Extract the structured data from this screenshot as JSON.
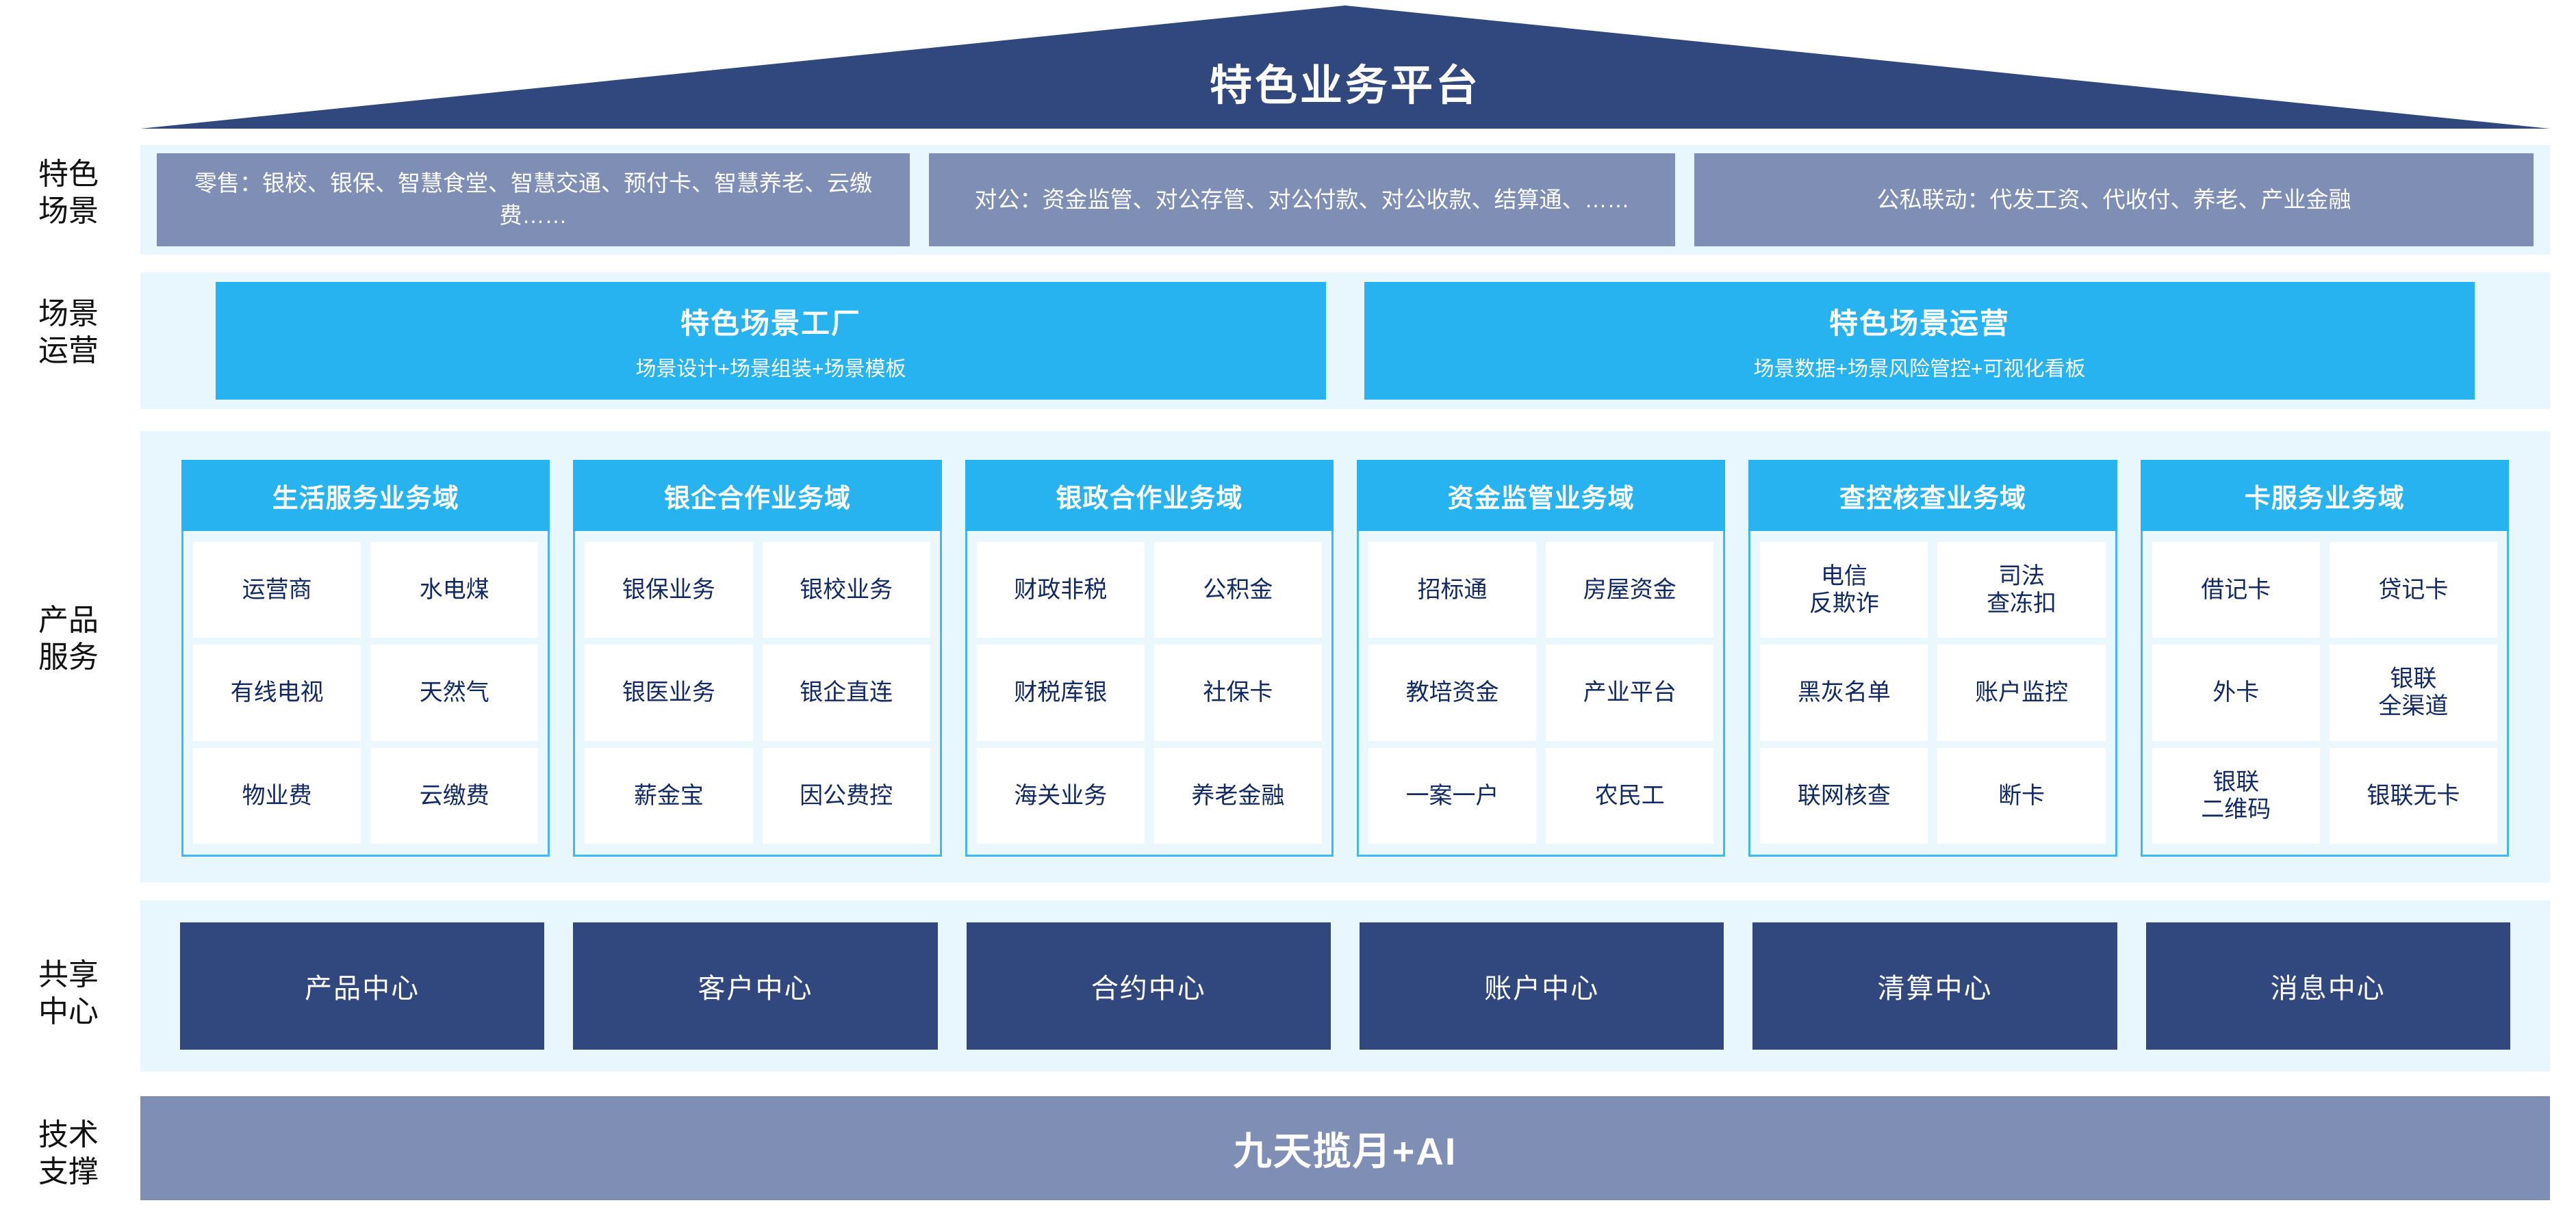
{
  "header": {
    "title": "特色业务平台"
  },
  "rows": {
    "scene": {
      "label": "特色\n场景"
    },
    "operation": {
      "label": "场景\n运营"
    },
    "product": {
      "label": "产品\n服务"
    },
    "share": {
      "label": "共享\n中心"
    },
    "tech": {
      "label": "技术\n支撑"
    }
  },
  "scene_boxes": [
    {
      "text": "零售：银校、银保、智慧食堂、智慧交通、预付卡、智慧养老、云缴费……"
    },
    {
      "text": "对公：资金监管、对公存管、对公付款、对公收款、结算通、……"
    },
    {
      "text": "公私联动：代发工资、代收付、养老、产业金融"
    }
  ],
  "operation_boxes": [
    {
      "title": "特色场景工厂",
      "sub": "场景设计+场景组装+场景模板"
    },
    {
      "title": "特色场景运营",
      "sub": "场景数据+场景风险管控+可视化看板"
    }
  ],
  "domains": [
    {
      "title": "生活服务业务域",
      "items": [
        "运营商",
        "水电煤",
        "有线电视",
        "天然气",
        "物业费",
        "云缴费"
      ]
    },
    {
      "title": "银企合作业务域",
      "items": [
        "银保业务",
        "银校业务",
        "银医业务",
        "银企直连",
        "薪金宝",
        "因公费控"
      ]
    },
    {
      "title": "银政合作业务域",
      "items": [
        "财政非税",
        "公积金",
        "财税库银",
        "社保卡",
        "海关业务",
        "养老金融"
      ]
    },
    {
      "title": "资金监管业务域",
      "items": [
        "招标通",
        "房屋资金",
        "教培资金",
        "产业平台",
        "一案一户",
        "农民工"
      ]
    },
    {
      "title": "查控核查业务域",
      "items": [
        "电信\n反欺诈",
        "司法\n查冻扣",
        "黑灰名单",
        "账户监控",
        "联网核查",
        "断卡"
      ]
    },
    {
      "title": "卡服务业务域",
      "items": [
        "借记卡",
        "贷记卡",
        "外卡",
        "银联\n全渠道",
        "银联\n二维码",
        "银联无卡"
      ]
    }
  ],
  "share_centers": [
    {
      "label": "产品中心"
    },
    {
      "label": "客户中心"
    },
    {
      "label": "合约中心"
    },
    {
      "label": "账户中心"
    },
    {
      "label": "清算中心"
    },
    {
      "label": "消息中心"
    }
  ],
  "tech": {
    "label": "九天揽月+AI"
  },
  "colors": {
    "navy": "#31487f",
    "slate": "#7e8eb5",
    "cyan": "#26b3ef",
    "band": "#e8f6fd",
    "cell_text": "#112a63",
    "white": "#ffffff"
  }
}
